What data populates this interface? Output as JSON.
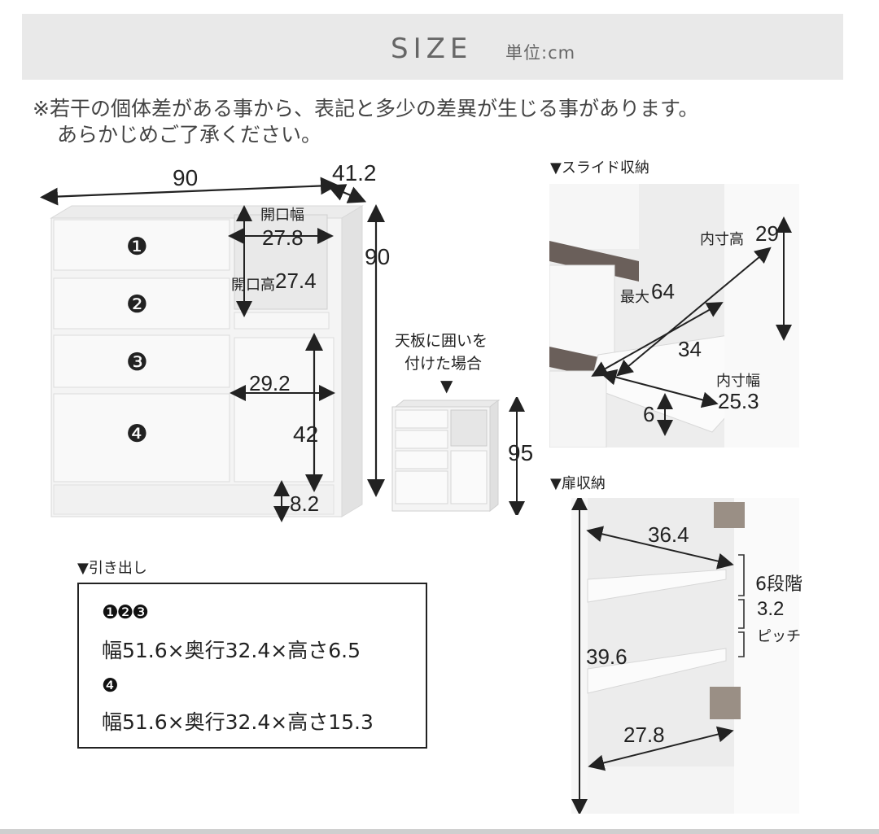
{
  "header": {
    "title": "SIZE",
    "unit": "単位:cm"
  },
  "notes": [
    "※若干の個体差がある事から、表記と多少の差異が生じる事があります。",
    "あらかじめご了承ください。"
  ],
  "main": {
    "width": "90",
    "depth": "41.2",
    "height": "90",
    "opening_width_label": "開口幅",
    "opening_width": "27.8",
    "opening_height_label": "開口高",
    "opening_height": "27.4",
    "door_width": "29.2",
    "door_height": "42",
    "base_height": "8.2",
    "drawer_marks": [
      "❶",
      "❷",
      "❸",
      "❹"
    ]
  },
  "top_board": {
    "caption_1": "天板に囲いを",
    "caption_2": "付けた場合",
    "arrow": "▼",
    "height": "95"
  },
  "slide": {
    "title": "▼スライド収納",
    "inner_height_label": "内寸高",
    "inner_height": "29",
    "max_label": "最大",
    "max_value": "64",
    "depth": "34",
    "inner_width_label": "内寸幅",
    "inner_width": "25.3",
    "rim": "6"
  },
  "door_storage": {
    "title": "▼扉収納",
    "depth": "36.4",
    "steps": "6段階",
    "pitch": "3.2",
    "pitch_label": "ピッチ",
    "height": "39.6",
    "width": "27.8"
  },
  "drawers": {
    "title": "▼引き出し",
    "group1_marks": "❶❷❸",
    "group1_dims": "幅51.6×奥行32.4×高さ6.5",
    "group2_marks": "❹",
    "group2_dims": "幅51.6×奥行32.4×高さ15.3"
  }
}
